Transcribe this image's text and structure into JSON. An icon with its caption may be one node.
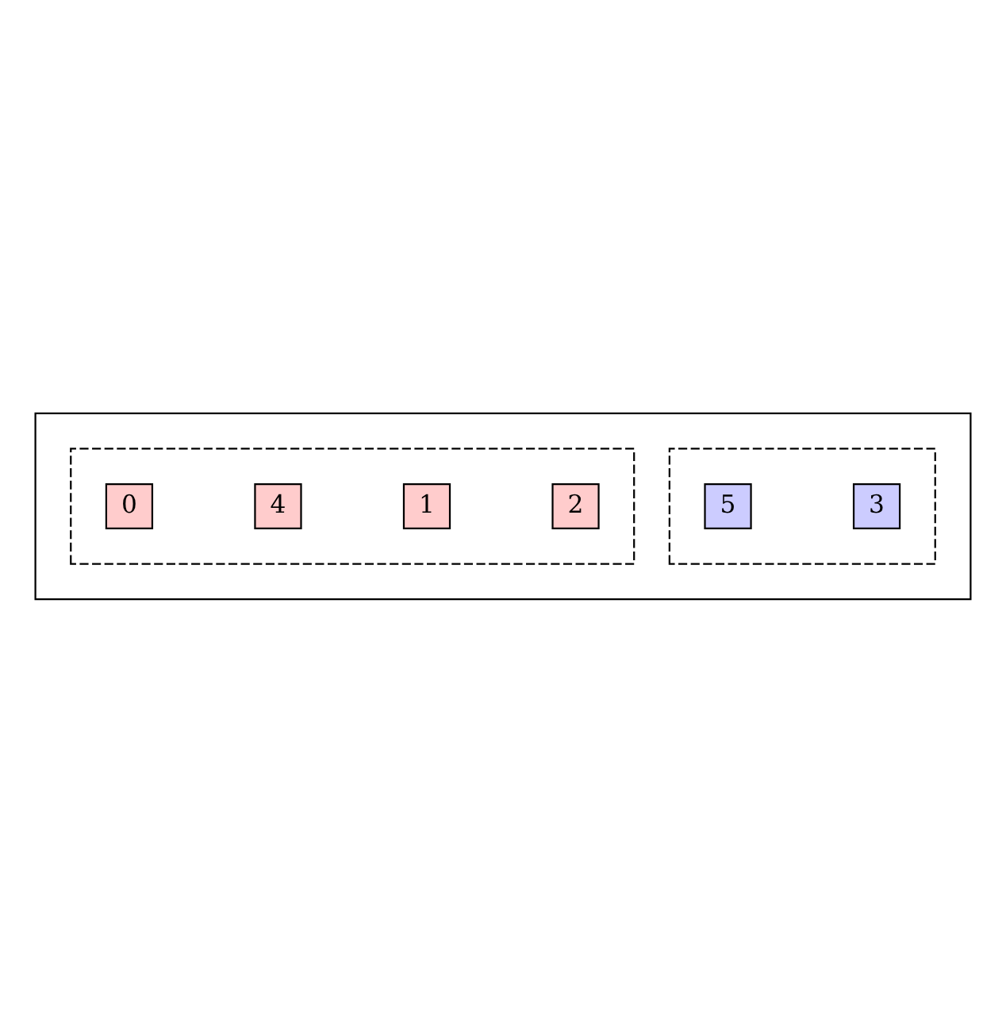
{
  "diagram": {
    "nodes": [
      {
        "text": [],
        "shape": "box"
      },
      {
        "text": [],
        "shape": "box",
        "in": 0
      },
      {
        "text": [
          "3"
        ],
        "in": 1
      },
      {
        "text": [
          "5"
        ],
        "in": 1
      },
      {
        "text": [],
        "shape": "box",
        "in": 0
      },
      {
        "text": [
          "2"
        ],
        "in": 4
      },
      {
        "text": [
          "1"
        ],
        "in": 4
      },
      {
        "text": [
          "4"
        ],
        "in": 4
      },
      {
        "text": [
          "0"
        ],
        "in": 4
      }
    ],
    "edges": []
  }
}
